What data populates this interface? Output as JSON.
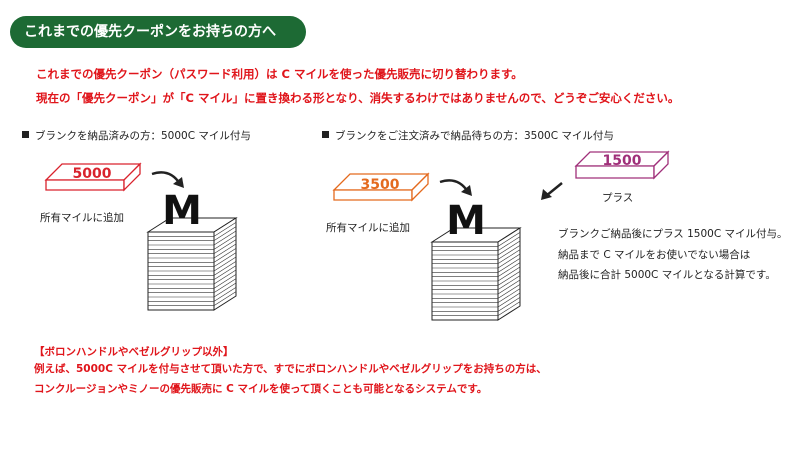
{
  "header": {
    "title": "これまでの優先クーポンをお持ちの方へ"
  },
  "notices": [
    "これまでの優先クーポン（パスワード利用）は C マイルを使った優先販売に切り替わります。",
    "現在の「優先クーポン」が「C マイル」に置き換わる形となり、消失するわけではありませんので、どうぞご安心ください。"
  ],
  "case_left": {
    "title": "ブランクを納品済みの方：5000C マイル付与",
    "ticket_value": "5000",
    "caption": "所有マイルに追加",
    "logo_letter": "M"
  },
  "case_right": {
    "title": "ブランクをご注文済みで納品待ちの方：3500C マイル付与",
    "ticket_value": "3500",
    "caption": "所有マイルに追加",
    "logo_letter": "M",
    "plus_value": "1500",
    "plus_label": "プラス",
    "desc": [
      "ブランクご納品後にプラス 1500C マイル付与。",
      "納品まで C マイルをお使いでない場合は",
      "納品後に合計 5000C マイルとなる計算です。"
    ]
  },
  "bottom": {
    "heading": "【ボロンハンドルやベゼルグリップ以外】",
    "lines": [
      "例えば、5000C マイルを付与させて頂いた方で、すでにボロンハンドルやベゼルグリップをお持ちの方は、",
      "コンクルージョンやミノーの優先販売に C マイルを使って頂くことも可能となるシステムです。"
    ]
  },
  "colors": {
    "header_bg": "#1d6a34",
    "notice_red": "#e0151b",
    "ticket_red": "#d9232d",
    "ticket_orange": "#e46a1e",
    "ticket_purple": "#a0307a"
  }
}
